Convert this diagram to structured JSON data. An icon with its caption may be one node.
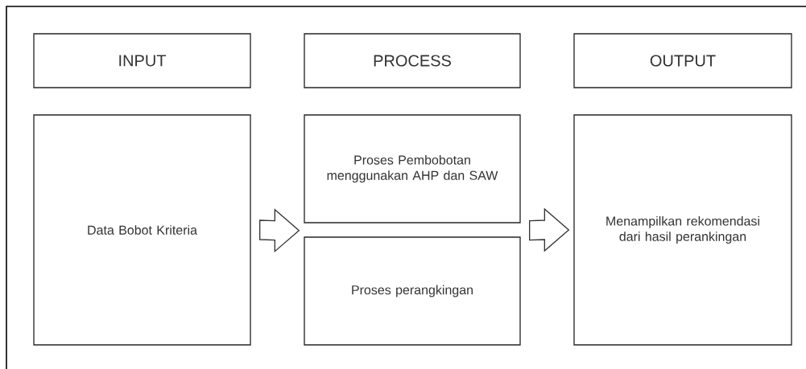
{
  "diagram": {
    "nodes": [
      {
        "text": [
          "INPUT"
        ]
      },
      {
        "text": [
          "PROCESS"
        ]
      },
      {
        "text": [
          "OUTPUT"
        ]
      },
      {
        "text": [
          "Data Bobot Kriteria"
        ]
      },
      {
        "text": [
          "Proses Pembobotan menggunakan AHP dan SAW"
        ]
      },
      {
        "text": [
          "Proses perangkingan"
        ]
      },
      {
        "text": [
          "Menampilkan rekomendasi dari hasil perankingan"
        ]
      }
    ],
    "edges": [
      {
        "from": 3,
        "to": 4,
        "arrow": "to"
      },
      {
        "from": 4,
        "to": 6,
        "arrow": "to"
      }
    ]
  }
}
